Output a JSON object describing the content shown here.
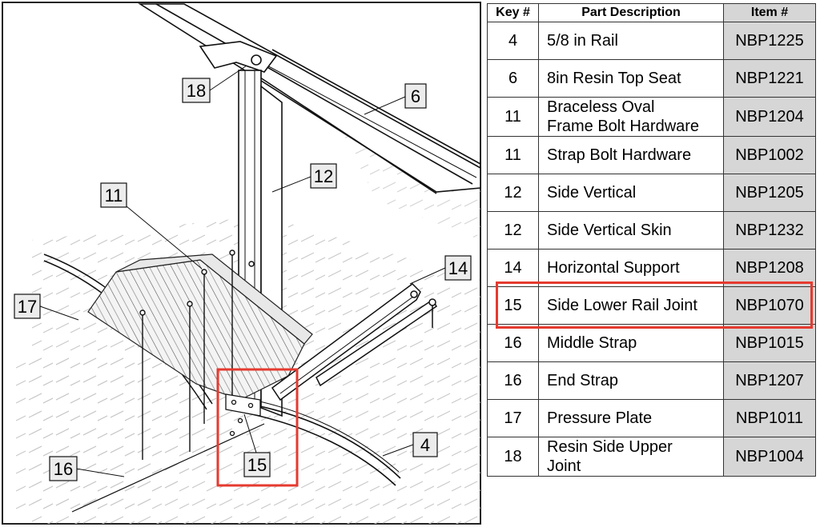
{
  "diagram": {
    "callouts": [
      {
        "label": "18",
        "name": "callout-18"
      },
      {
        "label": "6",
        "name": "callout-6"
      },
      {
        "label": "12",
        "name": "callout-12"
      },
      {
        "label": "11",
        "name": "callout-11"
      },
      {
        "label": "14",
        "name": "callout-14"
      },
      {
        "label": "17",
        "name": "callout-17"
      },
      {
        "label": "15",
        "name": "callout-15"
      },
      {
        "label": "4",
        "name": "callout-4"
      },
      {
        "label": "16",
        "name": "callout-16"
      }
    ],
    "highlight_color": "#e53a2f",
    "highlighted_key": "15"
  },
  "table": {
    "headers": {
      "key": "Key #",
      "description": "Part Description",
      "item": "Item #"
    },
    "rows": [
      {
        "key": "4",
        "description": "5/8 in Rail",
        "item": "NBP1225"
      },
      {
        "key": "6",
        "description": "8in Resin Top Seat",
        "item": "NBP1221"
      },
      {
        "key": "11",
        "description": "Braceless Oval\nFrame Bolt Hardware",
        "item": "NBP1204"
      },
      {
        "key": "11",
        "description": "Strap Bolt Hardware",
        "item": "NBP1002"
      },
      {
        "key": "12",
        "description": "Side Vertical",
        "item": "NBP1205"
      },
      {
        "key": "12",
        "description": "Side Vertical Skin",
        "item": "NBP1232"
      },
      {
        "key": "14",
        "description": "Horizontal Support",
        "item": "NBP1208"
      },
      {
        "key": "15",
        "description": "Side Lower Rail Joint",
        "item": "NBP1070"
      },
      {
        "key": "16",
        "description": "Middle Strap",
        "item": "NBP1015"
      },
      {
        "key": "16",
        "description": "End Strap",
        "item": "NBP1207"
      },
      {
        "key": "17",
        "description": "Pressure Plate",
        "item": "NBP1011"
      },
      {
        "key": "18",
        "description": "Resin Side Upper\nJoint",
        "item": "NBP1004"
      }
    ],
    "item_cell_color": "#d6d6d6",
    "highlighted_row_key": "15"
  }
}
